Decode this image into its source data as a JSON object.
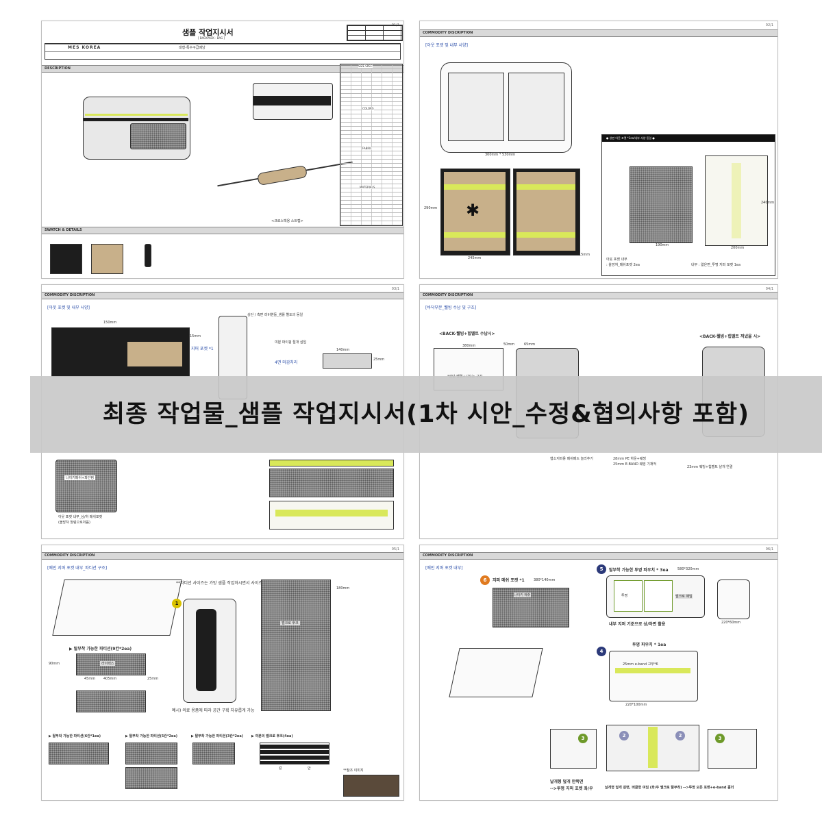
{
  "banner": {
    "text": "최종 작업물_샘플 작업지시서(1차 시안_수정&협의사항 포함)"
  },
  "sheet1": {
    "page": "01/1",
    "title": "샘플 작업지시서",
    "subtitle": "[ BACKPACK · BAG ]",
    "brand": "MES KOREA",
    "model": "대형-특수구급배낭",
    "description_label": "DESCRIPTION",
    "swatch_label": "SWATCH & DETAILS",
    "size_spec": "SIZE SPEC",
    "colors": "COLORS",
    "fabric": "FABRIC",
    "materials": "MATERIALS",
    "strap_caption": "<크로스백용 스트랩>"
  },
  "sheet2": {
    "page": "02/1",
    "header": "COMMODITY DISCRIPTION",
    "section": "[아웃 포켓 및 내부 사양]",
    "dim_300x530": "300mm * 530mm",
    "dim_245": "245mm",
    "dim_290": "290mm",
    "dim_15": "15mm",
    "right_title": "● 양판 아웃 포켓 *2ea/내부 사양 동일 ●",
    "right_note1": "아웃 포켓 내부",
    "right_note2": ": 올망쳐_메쉬포켓 2ea",
    "right_note3": "내부 : 얇은면_투명 지퍼 포켓 1ea",
    "dim_190": "190mm",
    "dim_200": "200mm",
    "dim_240": "240mm"
  },
  "sheet3": {
    "page": "03/1",
    "header": "COMMODITY DISCRIPTION",
    "section": "[아웃 포켓 및 내부 사양]",
    "note1": "상단 / 측면 러버핸들_샘플 별도의 동일",
    "note2": "지퍼 포켓 *1",
    "note3": "여분 파이핑 절개 삽입",
    "note4": "4면 마감처리",
    "label_mesh": "나이키메쉬+파인텀",
    "note_bottom1": "아웃 포켓 내부_상/하 메쉬포켓",
    "note_bottom2": "(올망쳐 헐렁으로처음)",
    "dim_150": "150mm",
    "dim_15": "15mm",
    "dim_140": "140mm",
    "dim_25": "25mm"
  },
  "sheet4": {
    "page": "04/1",
    "header": "COMMODITY DISCRIPTION",
    "section": "[바닥부분_웰빙 수납 및 구조]",
    "left_title": "<BACK-웰빙+힙벨트 수납시>",
    "right_title": "<BACK-웰빙+힙벨트 꺼냈을 시>",
    "dim_380": "380mm",
    "dim_50": "50mm",
    "dim_65": "65mm",
    "note_top": "*상단 벨웰+나오는 구간",
    "note_a": "협소지퍼용 메쉬패드 늘리추기",
    "note_b": "28mm PE 하운+웨빙",
    "note_c": "25mm E-BAND 웨빙 기재적",
    "note_d": "23mm 웨빙+힙벨트 날개 연결"
  },
  "sheet5": {
    "page": "05/1",
    "header": "COMMODITY DISCRIPTION",
    "section": "[메인 지퍼 포켓 내부_파티션 구조]",
    "note_size": "**파티션 사이즈는 가방 샘플 작업하시면서 사이즈 체크.",
    "partition_a": "▶ 탈부착 가능한 파티션(9칸*2ea)",
    "partition_b": "▶ 탈부착 가능한 파티션(6칸*1ea)",
    "partition_c": "▶ 탈부착 가능한 파티션(5칸*2ea)",
    "partition_d": "▶ 탈부착 가능한 파티션(3칸*2ea)",
    "velcro": "▶ 여분의 벨크로 후크(4ea)",
    "lycra": "라이렉스",
    "velcro_label": "벨크로 후크",
    "dim_405": "405mm",
    "dim_90": "90mm",
    "dim_45": "45mm",
    "dim_25": "25mm",
    "dim_180": "180mm",
    "example": "예시) 의료 용품에 따라 공간 구획 자유롭게 가능",
    "ref": "**참조 이미지",
    "gyeol": "겉",
    "an": "안"
  },
  "sheet6": {
    "page": "06/1",
    "header": "COMMODITY DISCRIPTION",
    "section": "[메인 지퍼 포켓 내부]",
    "label6": "지퍼 메쉬 포켓 *1",
    "dim6": "380*140mm",
    "label5": "탈부착 가능한 투명 파우치 * 3ea",
    "dim5": "580*320mm",
    "label4": "투명 파우치 * 1ea",
    "note_inner": "내부 지퍼 기준으로 상/하면 활용",
    "dim_220x100": "220*100mm",
    "dim_220x60": "220*60mm",
    "note_bottom1": "날개형 덮개 안쪽면",
    "note_bottom2": "-->투명 지퍼 포켓 좌/우",
    "note_bottom3": "날개형 덮개 겉면, 버클형 여밈 (좌/우 벨크로 탈부착) -->투명 오픈 포켓+e-band 홀더",
    "mesh_label": "나이키 메쉬",
    "clear_label": "투명",
    "velcro_label": "벨크로 패임",
    "eband": "25mm e-band 고무*6"
  },
  "colors": {
    "accent_blue": "#2a4da8",
    "neon": "#d9e85a",
    "khaki": "#c8b08a",
    "orange": "#e07a1f",
    "navy": "#2c3a7a",
    "green": "#6e9a2a"
  }
}
